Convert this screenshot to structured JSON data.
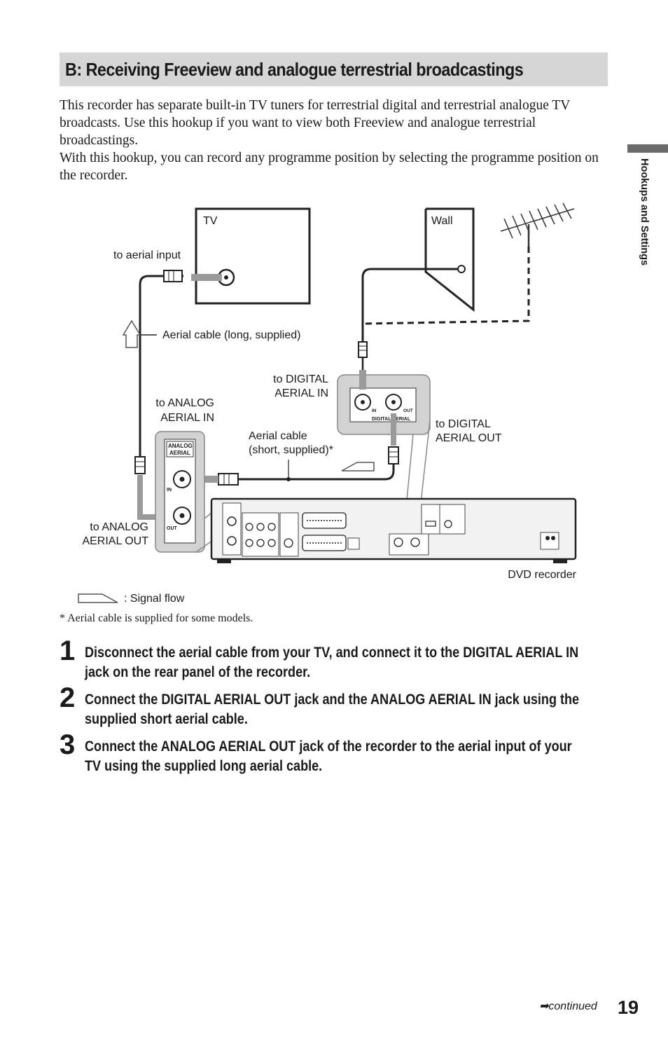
{
  "header": {
    "title": "B: Receiving Freeview and analogue terrestrial broadcastings"
  },
  "side_tab": {
    "label": "Hookups and Settings"
  },
  "intro": {
    "paragraph_1": "This recorder has separate built-in TV tuners for terrestrial digital and terrestrial analogue TV broadcasts. Use this hookup if you want to view both Freeview and analogue terrestrial broadcastings.",
    "paragraph_2": "With this hookup, you can record any programme position by selecting the programme position on the recorder."
  },
  "diagram": {
    "tv_label": "TV",
    "wall_label": "Wall",
    "to_aerial_input": "to aerial input",
    "aerial_cable_long": "Aerial cable (long, supplied)",
    "to_digital_aerial_in": [
      "to DIGITAL",
      "AERIAL IN"
    ],
    "to_analog_aerial_in": [
      "to ANALOG",
      "AERIAL IN"
    ],
    "aerial_cable_short": [
      "Aerial cable",
      "(short, supplied)*"
    ],
    "to_digital_aerial_out": [
      "to DIGITAL",
      "AERIAL OUT"
    ],
    "to_analog_aerial_out": [
      "to ANALOG",
      "AERIAL OUT"
    ],
    "dvd_recorder": "DVD recorder",
    "signal_flow_legend": ": Signal flow",
    "panel_digital": {
      "in": "IN",
      "out": "OUT",
      "caption": "DIGITAL  AERIAL"
    },
    "panel_analog": {
      "title_1": "ANALOG",
      "title_2": "AERIAL",
      "in": "IN",
      "out": "OUT"
    }
  },
  "footnote": "* Aerial cable is supplied for some models.",
  "steps": [
    {
      "number": "1",
      "text": "Disconnect the aerial cable from your TV, and connect it to the DIGITAL AERIAL IN jack on the rear panel of the recorder."
    },
    {
      "number": "2",
      "text": "Connect the DIGITAL AERIAL OUT jack and the ANALOG AERIAL IN jack using the supplied short aerial cable."
    },
    {
      "number": "3",
      "text": "Connect the ANALOG AERIAL OUT jack of the recorder to the aerial input of your TV using the supplied long aerial cable."
    }
  ],
  "footer": {
    "continued": "continued",
    "continued_icon": "right-arrow",
    "page_number": "19"
  }
}
